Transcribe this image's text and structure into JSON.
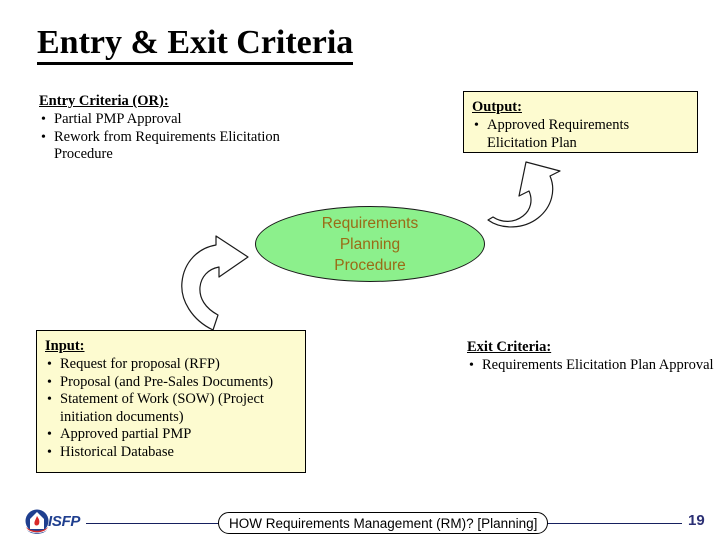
{
  "slide": {
    "title": "Entry & Exit Criteria",
    "page_number": "19"
  },
  "entry_criteria": {
    "heading": "Entry Criteria (OR):",
    "items": [
      "Partial PMP Approval",
      "Rework from Requirements Elicitation Procedure"
    ]
  },
  "output": {
    "heading": "Output:",
    "items": [
      "Approved Requirements Elicitation Plan"
    ],
    "box_fill": "#fdfbd0",
    "box_border": "#000000"
  },
  "input": {
    "heading": "Input:",
    "items": [
      "Request for proposal (RFP)",
      "Proposal (and Pre-Sales Documents)",
      "Statement of Work (SOW) (Project initiation documents)",
      "Approved partial PMP",
      "Historical Database"
    ],
    "box_fill": "#fdfbd0",
    "box_border": "#000000"
  },
  "exit_criteria": {
    "heading": "Exit Criteria:",
    "items": [
      "Requirements Elicitation Plan Approval"
    ]
  },
  "process": {
    "line1": "Requirements",
    "line2": "Planning",
    "line3": "Procedure",
    "fill": "#8cf08c",
    "text_color": "#9a6b16",
    "border": "#1a1a1a"
  },
  "arrows": {
    "left": "curved-arrow-up-right",
    "right": "curved-arrow-up-right"
  },
  "footer": {
    "label": "HOW Requirements Management (RM)? [Planning]",
    "logo_text": "ISFP",
    "rule_color": "#16205e",
    "page_number_color": "#2b2f74"
  },
  "bullet": "•"
}
